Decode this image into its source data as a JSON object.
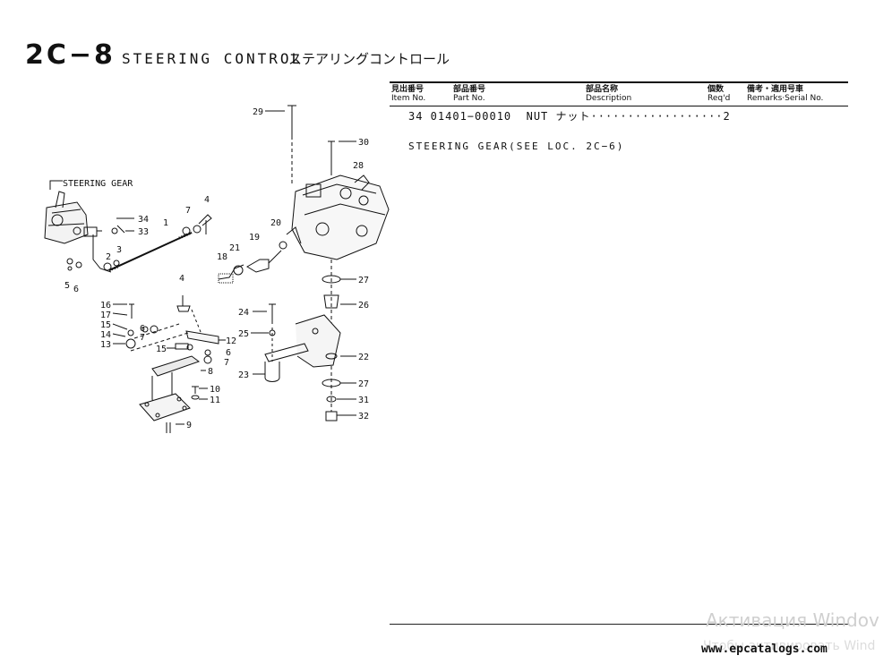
{
  "header": {
    "code": "2C−8",
    "title_en": "STEERING CONTROL",
    "title_jp": "ステアリングコントロール"
  },
  "table": {
    "columns": [
      {
        "jp": "見出番号",
        "en": "Item No."
      },
      {
        "jp": "部品番号",
        "en": "Part No."
      },
      {
        "jp": "部品名称",
        "en": "Description"
      },
      {
        "jp": "個数",
        "en": "Req'd"
      },
      {
        "jp": "備考・適用号車",
        "en": "Remarks·Serial No."
      }
    ],
    "row_text": "34 01401−00010  NUT ナット··················2",
    "note": "STEERING GEAR(SEE LOC. 2C−6)"
  },
  "diagram": {
    "steering_gear_label": "STEERING GEAR",
    "labels": [
      "1",
      "2",
      "3",
      "4",
      "4",
      "5",
      "6",
      "6",
      "6",
      "7",
      "7",
      "7",
      "8",
      "9",
      "10",
      "11",
      "12",
      "13",
      "14",
      "15",
      "15",
      "16",
      "17",
      "18",
      "19",
      "20",
      "21",
      "22",
      "23",
      "24",
      "25",
      "26",
      "27",
      "27",
      "28",
      "29",
      "30",
      "31",
      "32",
      "33",
      "34"
    ]
  },
  "footer": {
    "url": "www.epcatalogs.com",
    "watermark_line1": "Активация Windov",
    "watermark_line2": "Чтобы активировать Wind"
  }
}
